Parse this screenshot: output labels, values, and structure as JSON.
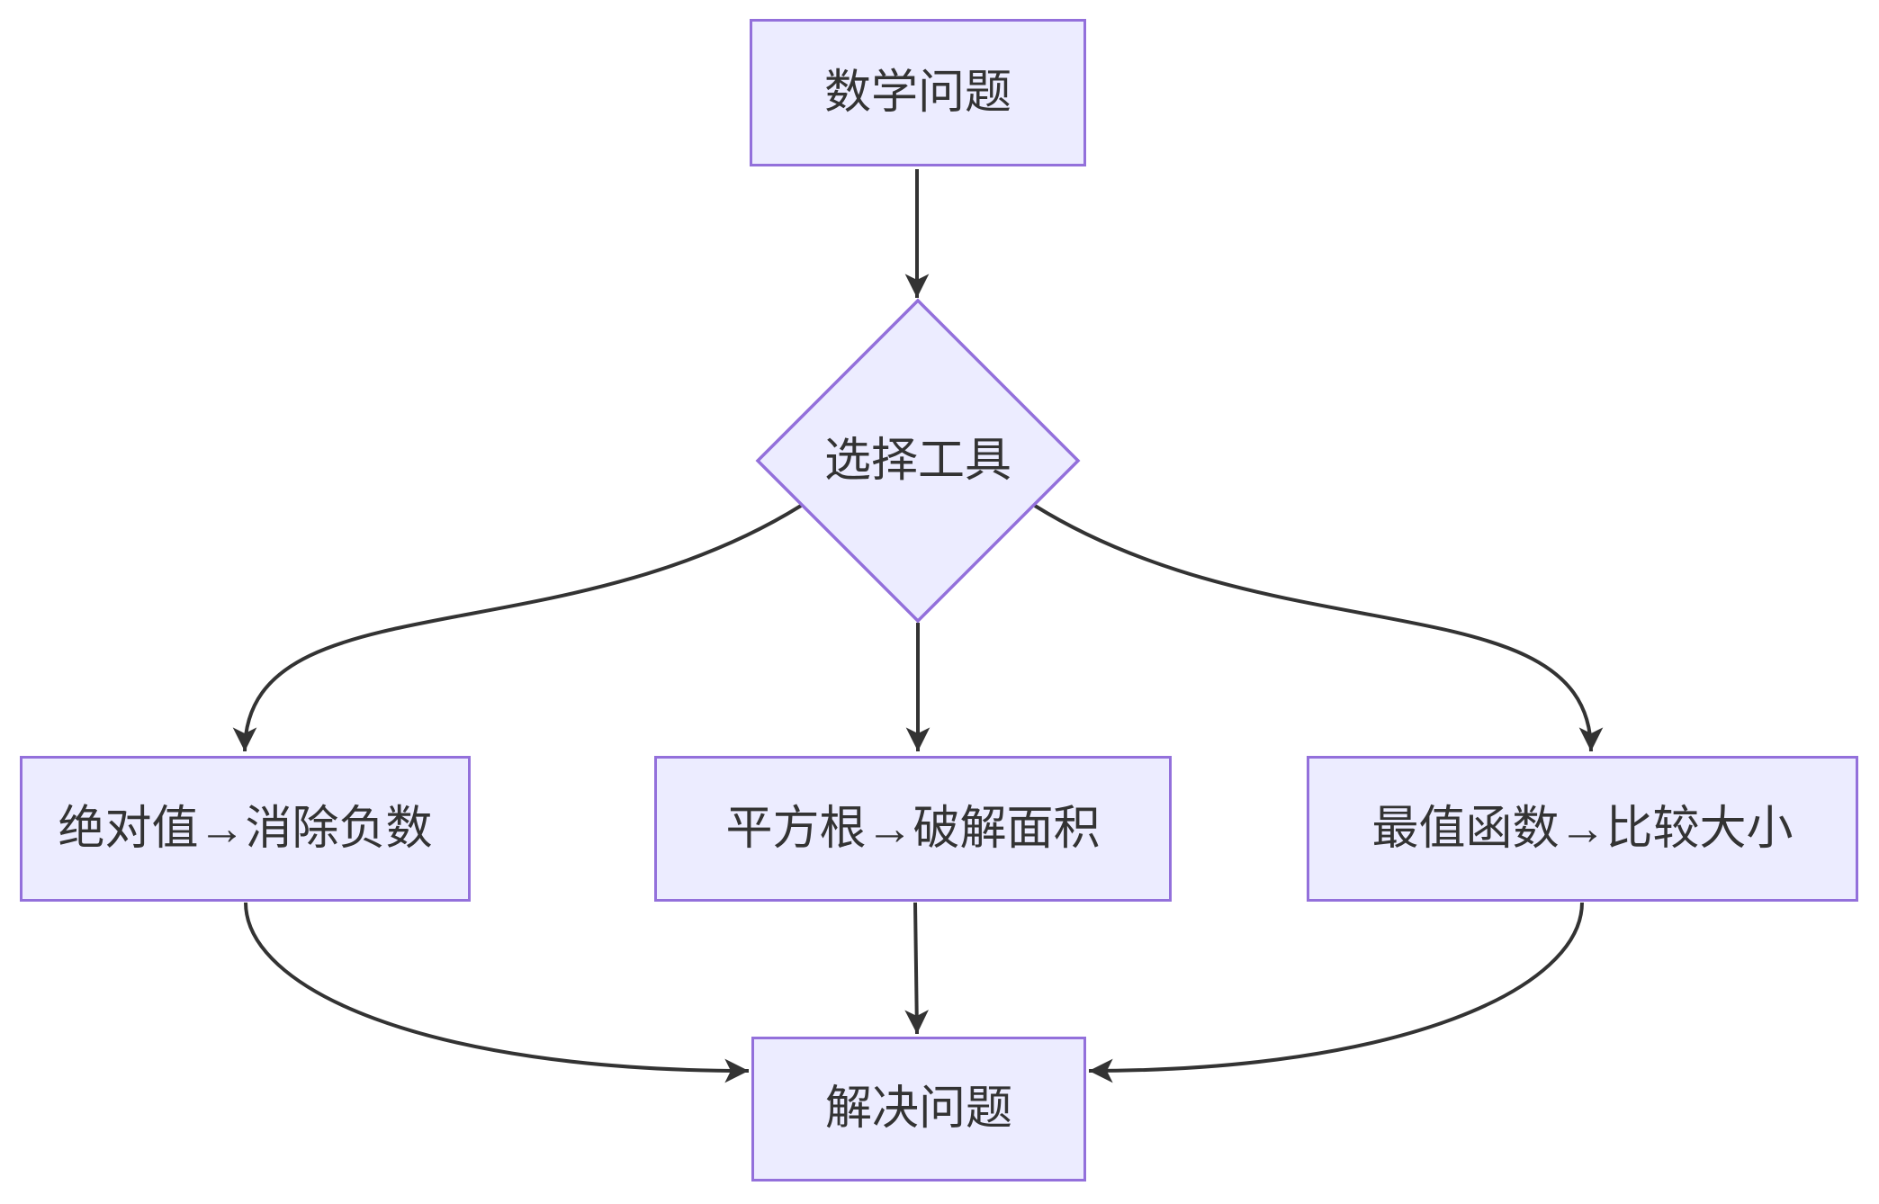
{
  "diagram": {
    "type": "flowchart",
    "direction": "top-down",
    "nodes": {
      "problem": {
        "label": "数学问题",
        "shape": "rectangle"
      },
      "decision": {
        "label": "选择工具",
        "shape": "diamond"
      },
      "tool_abs": {
        "label": "绝对值→消除负数",
        "shape": "rectangle"
      },
      "tool_sqrt": {
        "label": "平方根→破解面积",
        "shape": "rectangle"
      },
      "tool_minmax": {
        "label": "最值函数→比较大小",
        "shape": "rectangle"
      },
      "solve": {
        "label": "解决问题",
        "shape": "rectangle"
      }
    },
    "edges": [
      {
        "from": "problem",
        "to": "decision"
      },
      {
        "from": "decision",
        "to": "tool_abs"
      },
      {
        "from": "decision",
        "to": "tool_sqrt"
      },
      {
        "from": "decision",
        "to": "tool_minmax"
      },
      {
        "from": "tool_abs",
        "to": "solve"
      },
      {
        "from": "tool_sqrt",
        "to": "solve"
      },
      {
        "from": "tool_minmax",
        "to": "solve"
      }
    ],
    "colors": {
      "node_fill": "#ECECFF",
      "node_border": "#9370DB",
      "edge_stroke": "#333333",
      "text": "#333333",
      "background": "#FFFFFF"
    }
  }
}
